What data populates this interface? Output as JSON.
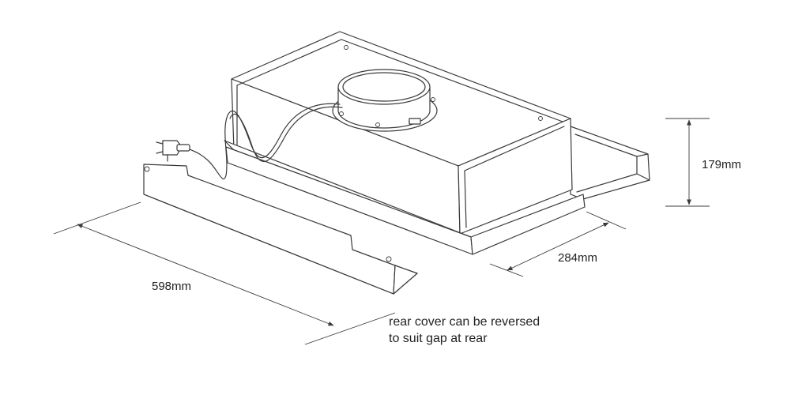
{
  "dimensions": {
    "width": "598mm",
    "depth": "284mm",
    "height": "179mm"
  },
  "note": {
    "line1": "rear cover can be reversed",
    "line2": "to suit gap at rear"
  },
  "colors": {
    "line": "#3a3a3a",
    "text": "#222222",
    "background": "#ffffff"
  }
}
